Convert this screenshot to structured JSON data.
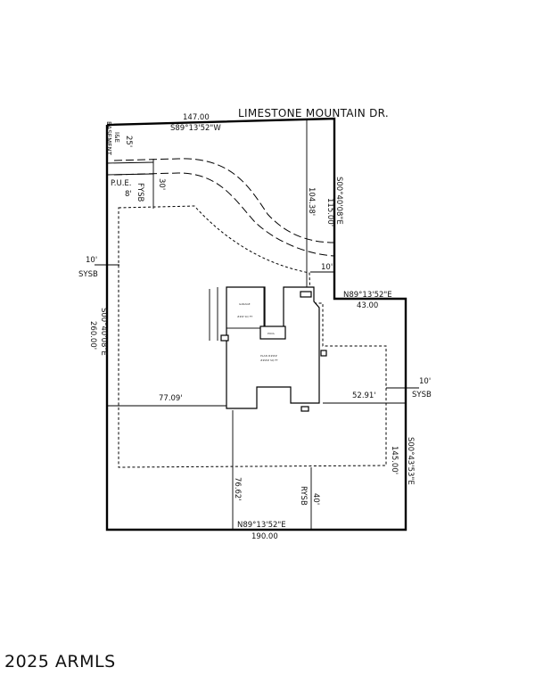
{
  "street_name": "LIMESTONE MOUNTAIN DR.",
  "labels": {
    "top_length": "147.00",
    "top_bearing": "S89°13'52\"W",
    "ie_easement": "I&E\nEASEMENT",
    "ie_dim": "25'",
    "fysb": "FYSB",
    "fysb_dim": "30'",
    "pue": "P.U.E.",
    "pue_dim": "8'",
    "center_dim": "104.38'",
    "right_top_length": "115.00'",
    "right_top_bearing": "S00°40'08\"E",
    "sysb_left_dim": "10'",
    "sysb_left": "SYSB",
    "left_length": "260.00'",
    "left_bearing": "S00°40'08\"E",
    "jog_dim": "10'",
    "jog_bearing": "N89°13'52\"E",
    "jog_length": "43.00",
    "left_to_house": "77.09'",
    "right_to_house": "52.91'",
    "sysb_right_dim": "10'",
    "sysb_right": "SYSB",
    "right_bottom_length": "145.00'",
    "right_bottom_bearing": "S00°43'53\"E",
    "bottom_dim": "76.62'",
    "rysb": "RYSB",
    "rysb_dim": "40'",
    "bottom_bearing": "N89°13'52\"E",
    "bottom_length": "190.00"
  },
  "house_labels": {
    "garage": "GARAGE",
    "garage_area": "### SQ FT",
    "plan": "PLAN ####",
    "plan_area": "#### SQ FT",
    "pool": "POOL"
  },
  "watermark": "2025 ARMLS"
}
